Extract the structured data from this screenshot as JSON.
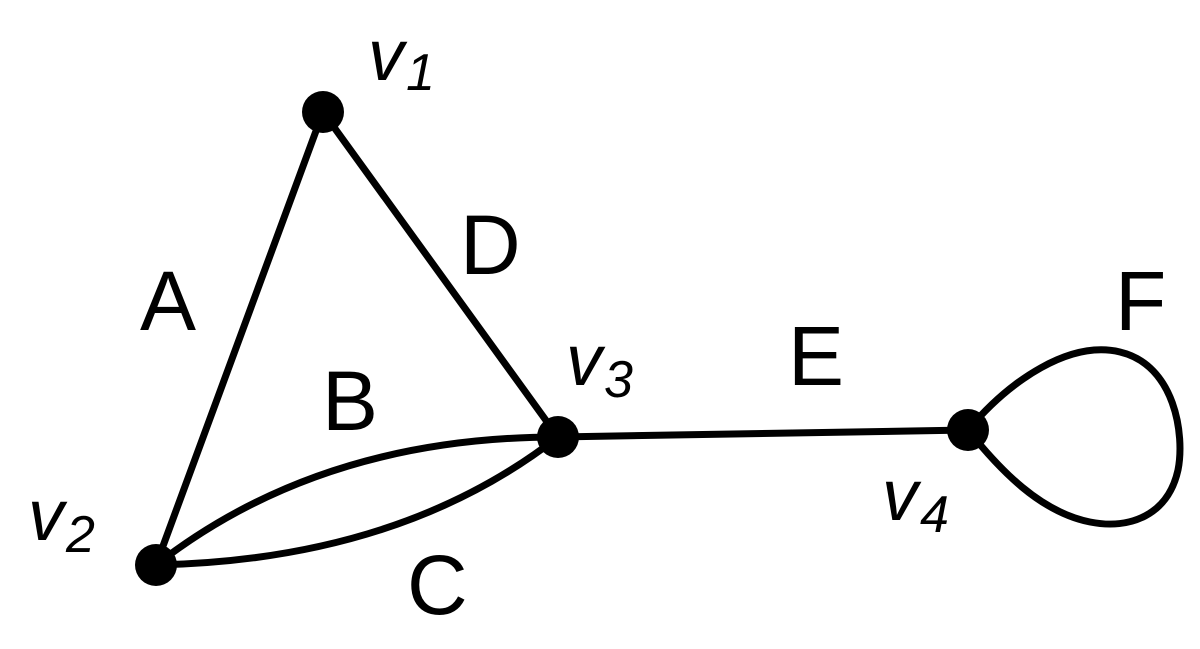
{
  "graph": {
    "vertices": [
      {
        "id": "v1",
        "symbol": "v",
        "subscript": "1"
      },
      {
        "id": "v2",
        "symbol": "v",
        "subscript": "2"
      },
      {
        "id": "v3",
        "symbol": "v",
        "subscript": "3"
      },
      {
        "id": "v4",
        "symbol": "v",
        "subscript": "4"
      }
    ],
    "edges": [
      {
        "label": "A",
        "from": "v1",
        "to": "v2"
      },
      {
        "label": "B",
        "from": "v2",
        "to": "v3"
      },
      {
        "label": "C",
        "from": "v2",
        "to": "v3"
      },
      {
        "label": "D",
        "from": "v1",
        "to": "v3"
      },
      {
        "label": "E",
        "from": "v3",
        "to": "v4"
      },
      {
        "label": "F",
        "from": "v4",
        "to": "v4"
      }
    ]
  }
}
